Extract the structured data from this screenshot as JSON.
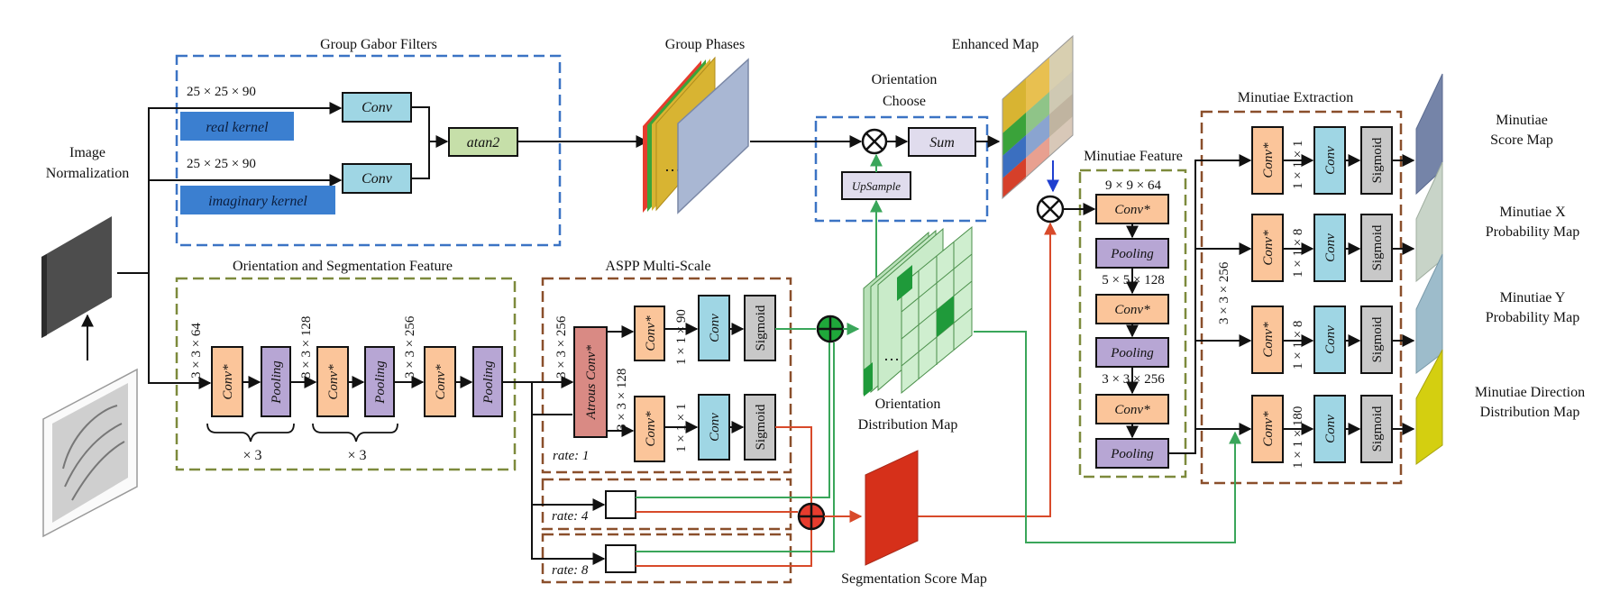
{
  "titles": {
    "gabor": "Group  Gabor Filters",
    "phases": "Group Phases",
    "enhanced": "Enhanced Map",
    "orient_choose_1": "Orientation",
    "orient_choose_2": "Choose",
    "minutiae_extraction": "Minutiae Extraction",
    "minutiae_feature": "Minutiae Feature",
    "image_norm_1": "Image",
    "image_norm_2": "Normalization",
    "ori_seg_feature": "Orientation and Segmentation Feature",
    "aspp": "ASPP Multi-Scale",
    "ori_dist_1": "Orientation",
    "ori_dist_2": "Distribution Map",
    "seg_score": "Segmentation Score Map"
  },
  "gabor": {
    "dim_real": "25 × 25 × 90",
    "dim_imag": "25 × 25 × 90",
    "real_kernel": "real kernel",
    "imag_kernel": "imaginary kernel",
    "conv": "Conv",
    "atan2": "atan2"
  },
  "orientation": {
    "sum": "Sum",
    "upsample": "UpSample"
  },
  "seg_feature": {
    "dim1": "3 × 3 × 64",
    "dim2": "3 × 3 × 128",
    "dim3": "3 × 3 × 256",
    "conv": "Conv*",
    "pooling": "Pooling",
    "repeat1": "× 3",
    "repeat2": "× 3"
  },
  "aspp": {
    "dim_atrous": "3 × 3 × 256",
    "dim_branch": "3 × 3 × 128",
    "atrous_conv": "Atrous Conv*",
    "conv_star": "Conv*",
    "conv": "Conv",
    "sigmoid": "Sigmoid",
    "dim_ori": "1 × 1 × 90",
    "dim_seg": "1 × 1 × 1",
    "rate1": "rate: 1",
    "rate4": "rate: 4",
    "rate8": "rate: 8"
  },
  "minutiae_feature": {
    "dim1": "9 × 9 × 64",
    "dim2": "5 × 5 × 128",
    "dim3": "3 × 3 × 256",
    "conv": "Conv*",
    "pooling": "Pooling"
  },
  "minutiae_extraction": {
    "dim_shared": "3 × 3 × 256",
    "conv_star": "Conv*",
    "conv": "Conv",
    "sigmoid": "Sigmoid",
    "dim_score": "1 × 1 × 1",
    "dim_x": "1 × 1 × 8",
    "dim_y": "1 × 1 × 8",
    "dim_dir": "1 × 1 × 180"
  },
  "outputs": {
    "score_1": "Minutiae",
    "score_2": "Score Map",
    "x_1": "Minutiae X",
    "x_2": "Probability Map",
    "y_1": "Minutiae Y",
    "y_2": "Probability Map",
    "dir_1": "Minutiae Direction",
    "dir_2": "Distribution Map"
  },
  "colors": {
    "conv_blue": "#9fd6e4",
    "conv_orange": "#fbc59a",
    "pooling_purple": "#b7a6d4",
    "sigmoid_gray": "#c8c8c8",
    "atan2_green": "#c6dfa9",
    "kernel_blue": "#3b7fd0",
    "atrous_red": "#d98a84",
    "gabor_border": "#3b73c4",
    "feature_border": "#7d8a3c",
    "aspp_border": "#8a4f2b",
    "arrow_green": "#3aa65a",
    "arrow_red": "#d84a2a"
  },
  "icons": [
    "multiply-circle-icon",
    "plus-circle-icon",
    "fingerprint-image-icon",
    "feature-map-stack-icon"
  ]
}
